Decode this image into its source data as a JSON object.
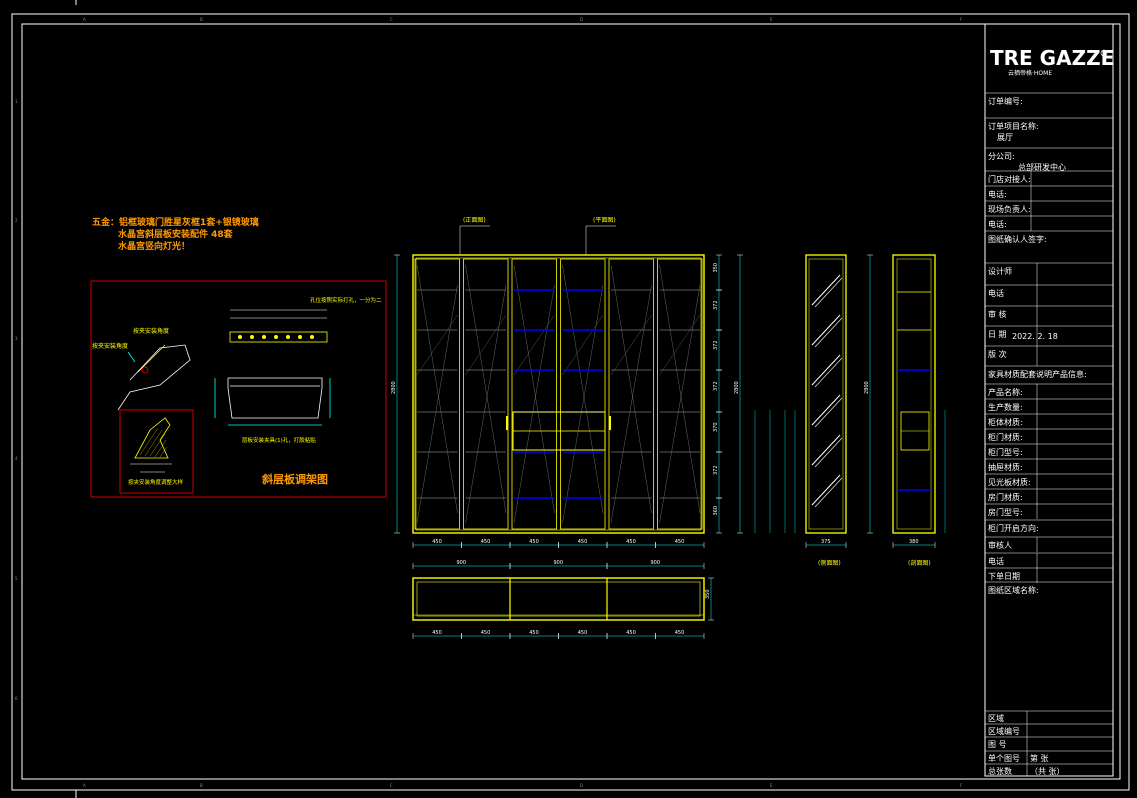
{
  "colors": {
    "background": "#000000",
    "frame": "#ffffff",
    "cabinet": "#ffff00",
    "shelf_glass": "#0000ff",
    "note_orange": "#ff9900",
    "detail_box": "#cc0000",
    "dimension": "#00ffff"
  },
  "title_block": {
    "logo": "TRE GAZZE",
    "logo_sub": "云栖帝格·HOME",
    "rows": [
      {
        "label": "订单编号:",
        "value": ""
      },
      {
        "label": "订单项目名称:",
        "value": "展厅"
      },
      {
        "label": "分公司:",
        "value": "总部研发中心"
      },
      {
        "label": "门店对接人:",
        "value": ""
      },
      {
        "label": "电话:",
        "value": ""
      },
      {
        "label": "现场负责人:",
        "value": ""
      },
      {
        "label": "电话:",
        "value": ""
      },
      {
        "label": "图纸确认人签字:",
        "value": ""
      },
      {
        "label": "设计师",
        "value": ""
      },
      {
        "label": "电话",
        "value": ""
      },
      {
        "label": "审  核",
        "value": ""
      },
      {
        "label": "日  期",
        "value": "2022. 2. 18"
      },
      {
        "label": "版  次",
        "value": ""
      },
      {
        "label": "家具材质配套说明产品信息:",
        "value": ""
      },
      {
        "label": "产品名称:",
        "value": ""
      },
      {
        "label": "生产数量:",
        "value": ""
      },
      {
        "label": "柜体材质:",
        "value": ""
      },
      {
        "label": "柜门材质:",
        "value": ""
      },
      {
        "label": "柜门型号:",
        "value": ""
      },
      {
        "label": "抽屉材质:",
        "value": ""
      },
      {
        "label": "见光板材质:",
        "value": ""
      },
      {
        "label": "房门材质:",
        "value": ""
      },
      {
        "label": "房门型号:",
        "value": ""
      },
      {
        "label": "柜门开启方向:",
        "value": ""
      },
      {
        "label": "审核人",
        "value": ""
      },
      {
        "label": "电话",
        "value": ""
      },
      {
        "label": "下单日期",
        "value": ""
      },
      {
        "label": "图纸区域名称:",
        "value": ""
      }
    ],
    "bottom_rows": [
      {
        "label": "区域",
        "value": ""
      },
      {
        "label": "区域编号",
        "value": ""
      },
      {
        "label": "图  号",
        "value": ""
      },
      {
        "label": "单个图号",
        "value": "第    张"
      },
      {
        "label": "总张数",
        "value": "（共    张）"
      }
    ]
  },
  "notes": {
    "line1": "五金：铝框玻璃门胜星灰框1套+银镜玻璃",
    "line2": "水晶宫斜层板安装配件 48套",
    "line3": "水晶宫竖向灯光！"
  },
  "detail": {
    "title": "斜层板调架图",
    "label_top": "孔位按照实际打孔，一分为二",
    "label_left": "按夹安装角度",
    "label_left2": "按夹安装角度",
    "caption_mid": "层板安装夹具(1)孔，打胶粘贴",
    "caption_sub": "按夹安装角度调整大样"
  },
  "views": {
    "label_front_a": "(正面图)",
    "label_front_b": "(平面图)",
    "label_side_a": "(侧面图)",
    "label_side_b": "(剖面图)"
  },
  "dimensions": {
    "front_widths": [
      "450",
      "450",
      "450",
      "450",
      "450",
      "450"
    ],
    "plan_widths": [
      "900",
      "900",
      "900"
    ],
    "bottom_widths": [
      "450",
      "450",
      "450",
      "450",
      "450",
      "450"
    ],
    "front_heights": [
      "350",
      "372",
      "372",
      "372",
      "370",
      "372",
      "360"
    ],
    "total_height": "2800",
    "side_depth": "375",
    "side2_depth": "380",
    "plan_depth": "350"
  }
}
